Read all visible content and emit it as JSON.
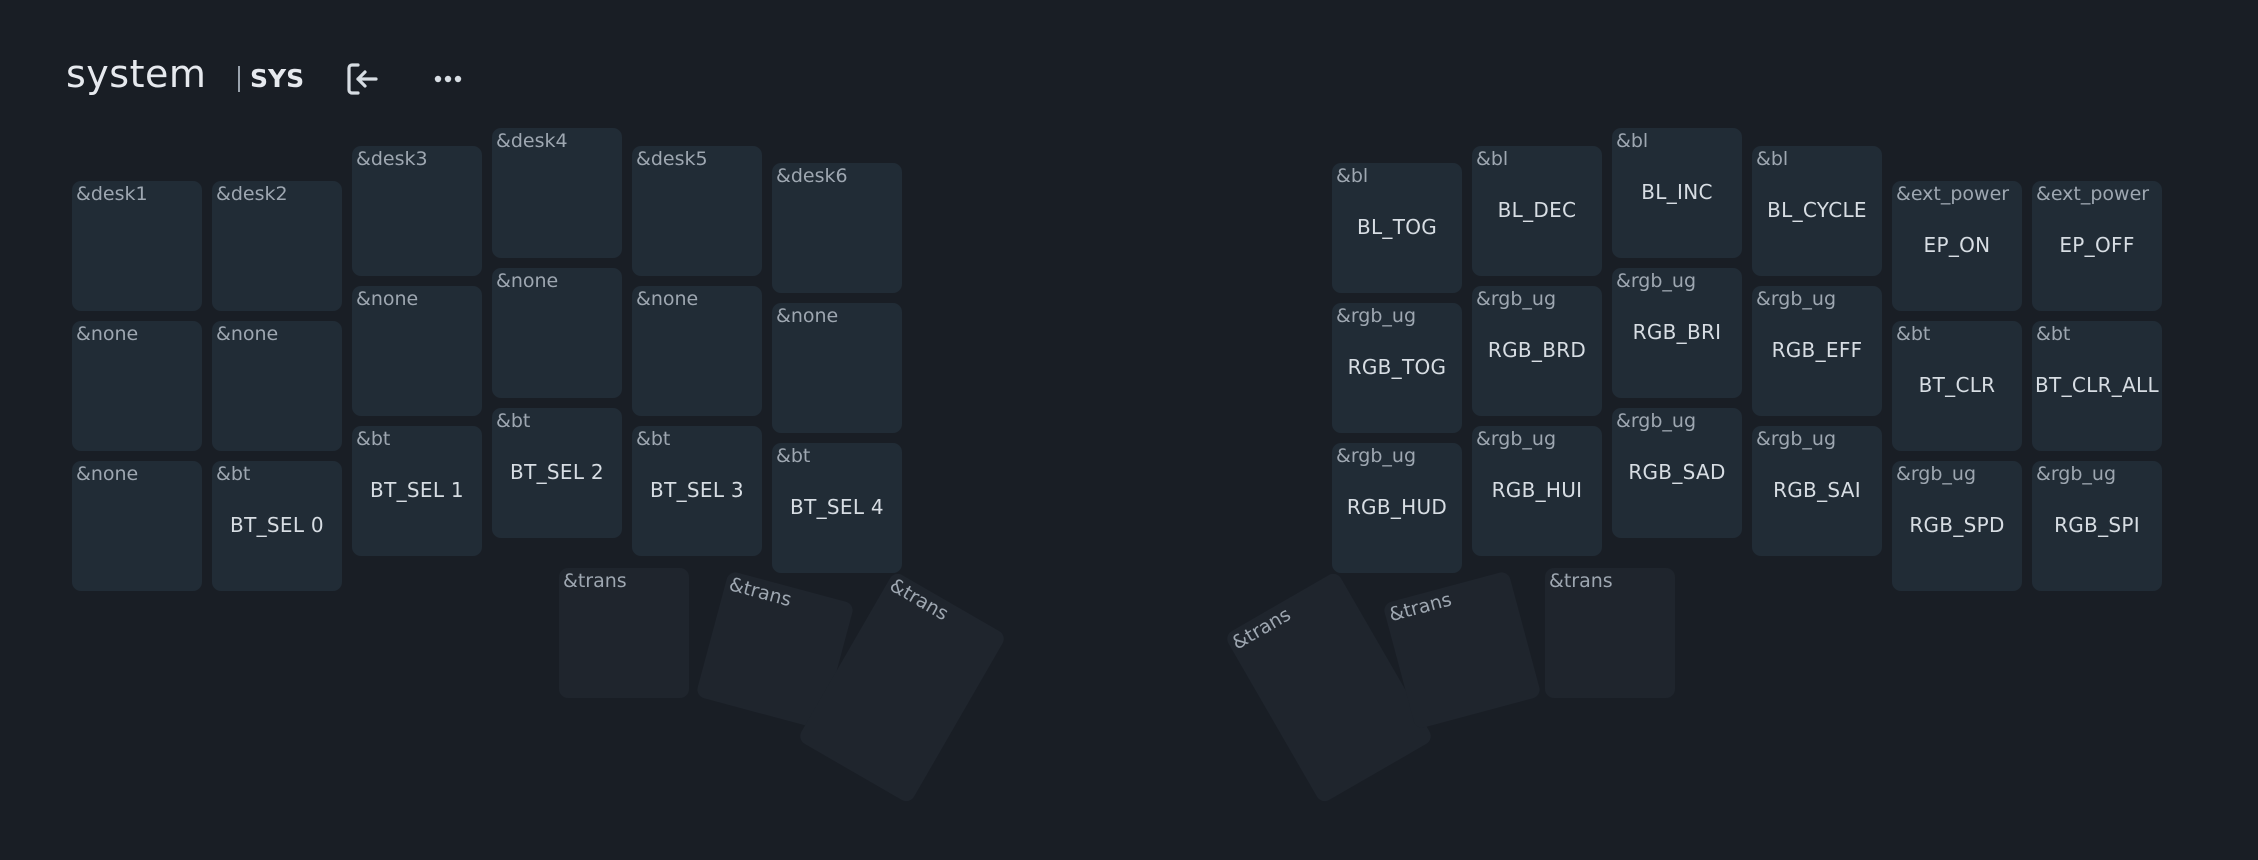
{
  "header": {
    "layer_name": "system",
    "layer_short": "SYS",
    "exit_icon": "exit-left-icon",
    "more_icon": "more-horizontal-icon"
  },
  "left_keys": [
    {
      "behavior": "&desk1",
      "param": ""
    },
    {
      "behavior": "&desk2",
      "param": ""
    },
    {
      "behavior": "&desk3",
      "param": ""
    },
    {
      "behavior": "&desk4",
      "param": ""
    },
    {
      "behavior": "&desk5",
      "param": ""
    },
    {
      "behavior": "&desk6",
      "param": ""
    },
    {
      "behavior": "&none",
      "param": ""
    },
    {
      "behavior": "&none",
      "param": ""
    },
    {
      "behavior": "&none",
      "param": ""
    },
    {
      "behavior": "&none",
      "param": ""
    },
    {
      "behavior": "&none",
      "param": ""
    },
    {
      "behavior": "&none",
      "param": ""
    },
    {
      "behavior": "&none",
      "param": ""
    },
    {
      "behavior": "&bt",
      "param": "BT_SEL 0"
    },
    {
      "behavior": "&bt",
      "param": "BT_SEL 1"
    },
    {
      "behavior": "&bt",
      "param": "BT_SEL 2"
    },
    {
      "behavior": "&bt",
      "param": "BT_SEL 3"
    },
    {
      "behavior": "&bt",
      "param": "BT_SEL 4"
    }
  ],
  "right_keys": [
    {
      "behavior": "&bl",
      "param": "BL_TOG"
    },
    {
      "behavior": "&bl",
      "param": "BL_DEC"
    },
    {
      "behavior": "&bl",
      "param": "BL_INC"
    },
    {
      "behavior": "&bl",
      "param": "BL_CYCLE"
    },
    {
      "behavior": "&ext_power",
      "param": "EP_ON"
    },
    {
      "behavior": "&ext_power",
      "param": "EP_OFF"
    },
    {
      "behavior": "&rgb_ug",
      "param": "RGB_TOG"
    },
    {
      "behavior": "&rgb_ug",
      "param": "RGB_BRD"
    },
    {
      "behavior": "&rgb_ug",
      "param": "RGB_BRI"
    },
    {
      "behavior": "&rgb_ug",
      "param": "RGB_EFF"
    },
    {
      "behavior": "&bt",
      "param": "BT_CLR"
    },
    {
      "behavior": "&bt",
      "param": "BT_CLR_ALL"
    },
    {
      "behavior": "&rgb_ug",
      "param": "RGB_HUD"
    },
    {
      "behavior": "&rgb_ug",
      "param": "RGB_HUI"
    },
    {
      "behavior": "&rgb_ug",
      "param": "RGB_SAD"
    },
    {
      "behavior": "&rgb_ug",
      "param": "RGB_SAI"
    },
    {
      "behavior": "&rgb_ug",
      "param": "RGB_SPD"
    },
    {
      "behavior": "&rgb_ug",
      "param": "RGB_SPI"
    }
  ],
  "thumb_keys": [
    {
      "behavior": "&trans",
      "param": ""
    },
    {
      "behavior": "&trans",
      "param": ""
    },
    {
      "behavior": "&trans",
      "param": ""
    },
    {
      "behavior": "&trans",
      "param": ""
    },
    {
      "behavior": "&trans",
      "param": ""
    },
    {
      "behavior": "&trans",
      "param": ""
    }
  ],
  "colors": {
    "background": "#191e25",
    "key": "#212c36",
    "thumb_key": "#1f252d",
    "label": "#9ea7b1",
    "value": "#d7dde3"
  }
}
